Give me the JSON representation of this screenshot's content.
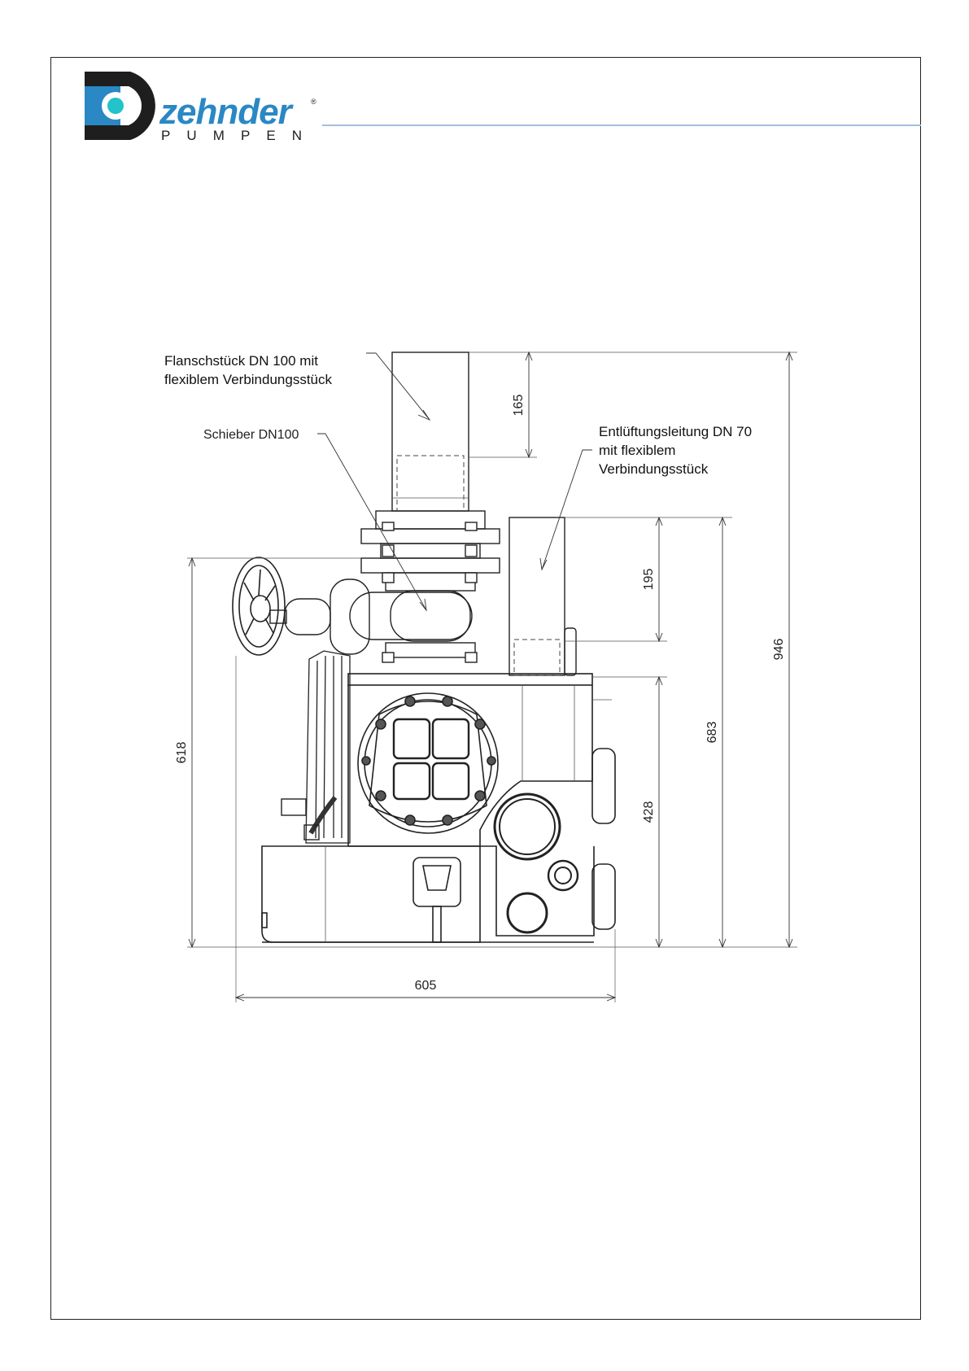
{
  "logo": {
    "brand": "zehnder",
    "sub": "PUMPEN",
    "reg": "®",
    "colors": {
      "dark": "#1e1e1e",
      "blue": "#2a88c4",
      "teal": "#22c3c9"
    }
  },
  "callouts": {
    "flansch": [
      "Flanschstück DN 100 mit",
      "flexiblem Verbindungsstück"
    ],
    "schieber": "Schieber DN100",
    "entlueftung": [
      "Entlüftungsleitung DN 70",
      "mit flexiblem",
      "Verbindungsstück"
    ]
  },
  "dimensions": {
    "d165": "165",
    "d195": "195",
    "d946": "946",
    "d683": "683",
    "d618": "618",
    "d428": "428",
    "d605": "605"
  }
}
